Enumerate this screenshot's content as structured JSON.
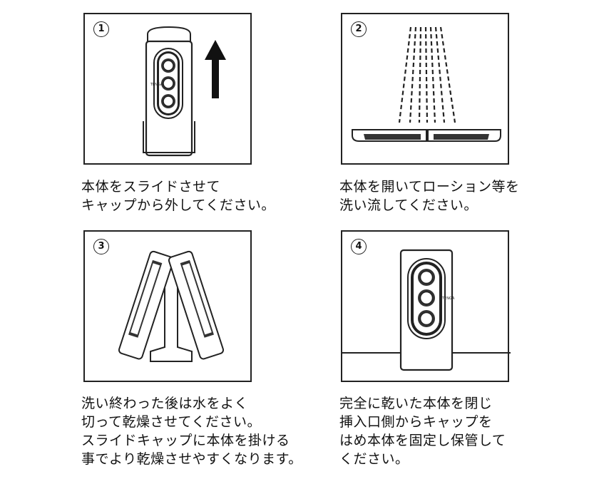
{
  "steps": [
    {
      "number": "1",
      "lines": [
        "本体をスライドさせて",
        "キャップから外してください。"
      ]
    },
    {
      "number": "2",
      "lines": [
        "本体を開いてローション等を",
        "洗い流してください。"
      ]
    },
    {
      "number": "3",
      "lines": [
        "洗い終わった後は水をよく",
        "切って乾燥させてください。",
        "スライドキャップに本体を掛ける",
        "事でより乾燥させやすくなります。"
      ]
    },
    {
      "number": "4",
      "lines": [
        "完全に乾いた本体を閉じ",
        "挿入口側からキャップを",
        "はめ本体を固定し保管して",
        "ください。"
      ]
    }
  ],
  "brand": "TENGA"
}
